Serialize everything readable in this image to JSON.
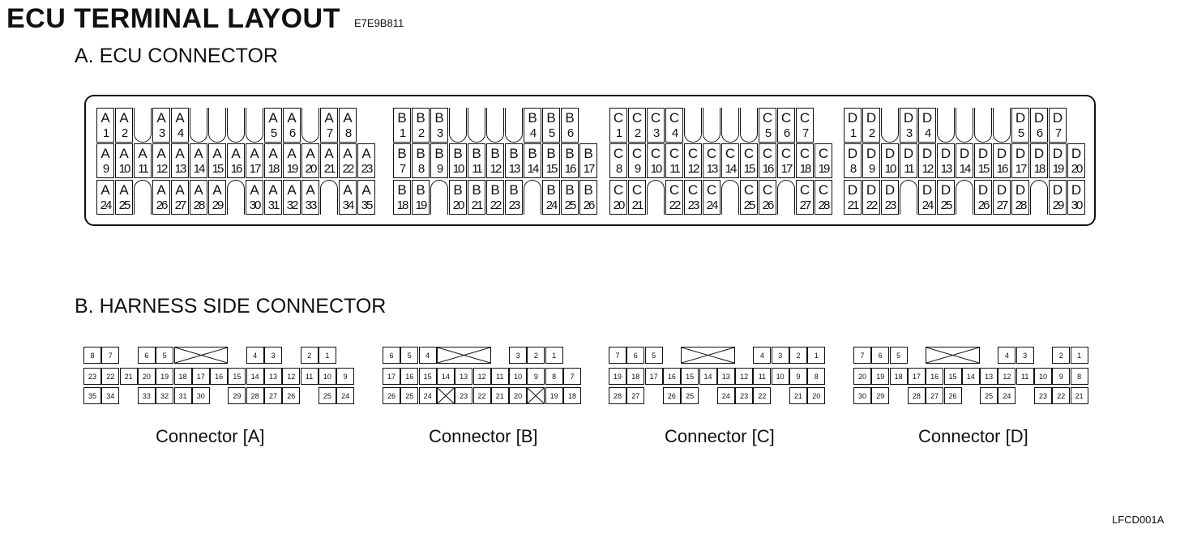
{
  "header": {
    "title": "ECU TERMINAL LAYOUT",
    "doc_code": "E7E9B811",
    "figure_code": "LFCD001A"
  },
  "sections": {
    "ecu_connector": "A. ECU CONNECTOR",
    "harness_connector": "B. HARNESS SIDE CONNECTOR"
  },
  "ecu_connector": {
    "rows": {
      "A": [
        [
          "A1",
          "A2",
          "|",
          "A3",
          "A4",
          "|",
          "|",
          "|",
          "|",
          "A5",
          "A6",
          "|",
          "A7",
          "A8"
        ],
        [
          "A9",
          "A10",
          "A11",
          "A12",
          "A13",
          "A14",
          "A15",
          "A16",
          "A17",
          "A18",
          "A19",
          "A20",
          "A21",
          "A22",
          "A23"
        ],
        [
          "A24",
          "A25",
          "^",
          "A26",
          "A27",
          "A28",
          "A29",
          "^",
          "A30",
          "A31",
          "A32",
          "A33",
          "^",
          "A34",
          "A35"
        ]
      ],
      "B": [
        [
          "B1",
          "B2",
          "B3",
          "|",
          "|",
          "|",
          "|",
          "B4",
          "B5",
          "B6"
        ],
        [
          "B7",
          "B8",
          "B9",
          "B10",
          "B11",
          "B12",
          "B13",
          "B14",
          "B15",
          "B16",
          "B17"
        ],
        [
          "B18",
          "B19",
          "^",
          "B20",
          "B21",
          "B22",
          "B23",
          "^",
          "B24",
          "B25",
          "B26"
        ]
      ],
      "C": [
        [
          "C1",
          "C2",
          "C3",
          "C4",
          "|",
          "|",
          "|",
          "|",
          "C5",
          "C6",
          "C7"
        ],
        [
          "C8",
          "C9",
          "C10",
          "C11",
          "C12",
          "C13",
          "C14",
          "C15",
          "C16",
          "C17",
          "C18",
          "C19"
        ],
        [
          "C20",
          "C21",
          "^",
          "C22",
          "C23",
          "C24",
          "^",
          "C25",
          "C26",
          "^",
          "C27",
          "C28"
        ]
      ],
      "D": [
        [
          "D1",
          "D2",
          "|",
          "D3",
          "D4",
          "|",
          "|",
          "|",
          "|",
          "D5",
          "D6",
          "D7"
        ],
        [
          "D8",
          "D9",
          "D10",
          "D11",
          "D12",
          "D13",
          "D14",
          "D15",
          "D16",
          "D17",
          "D18",
          "D19",
          "D20"
        ],
        [
          "D21",
          "D22",
          "D23",
          "^",
          "D24",
          "D25",
          "^",
          "D26",
          "D27",
          "D28",
          "^",
          "D29",
          "D30"
        ]
      ]
    }
  },
  "harness": {
    "A": {
      "caption": "Connector [A]",
      "rows": [
        [
          "8",
          "7",
          "_",
          "6",
          "5",
          "K",
          "K",
          "K",
          "_",
          "4",
          "3",
          "_",
          "2",
          "1"
        ],
        [
          "23",
          "22",
          "21",
          "20",
          "19",
          "18",
          "17",
          "16",
          "15",
          "14",
          "13",
          "12",
          "11",
          "10",
          "9"
        ],
        [
          "35",
          "34",
          "_",
          "33",
          "32",
          "31",
          "30",
          "_",
          "29",
          "28",
          "27",
          "26",
          "_",
          "25",
          "24"
        ]
      ]
    },
    "B": {
      "caption": "Connector [B]",
      "rows": [
        [
          "6",
          "5",
          "4",
          "K",
          "K",
          "K",
          "_",
          "3",
          "2",
          "1"
        ],
        [
          "17",
          "16",
          "15",
          "14",
          "13",
          "12",
          "11",
          "10",
          "9",
          "8",
          "7"
        ],
        [
          "26",
          "25",
          "24",
          "X",
          "23",
          "22",
          "21",
          "20",
          "X",
          "19",
          "18"
        ]
      ]
    },
    "C": {
      "caption": "Connector [C]",
      "rows": [
        [
          "7",
          "6",
          "5",
          "_",
          "K",
          "K",
          "K",
          "_",
          "4",
          "3",
          "2",
          "1"
        ],
        [
          "19",
          "18",
          "17",
          "16",
          "15",
          "14",
          "13",
          "12",
          "11",
          "10",
          "9",
          "8"
        ],
        [
          "28",
          "27",
          "_",
          "26",
          "25",
          "_",
          "24",
          "23",
          "22",
          "_",
          "21",
          "20"
        ]
      ]
    },
    "D": {
      "caption": "Connector [D]",
      "rows": [
        [
          "7",
          "6",
          "5",
          "_",
          "K",
          "K",
          "K",
          "_",
          "4",
          "3",
          "_",
          "2",
          "1"
        ],
        [
          "20",
          "19",
          "18",
          "17",
          "16",
          "15",
          "14",
          "13",
          "12",
          "11",
          "10",
          "9",
          "8"
        ],
        [
          "30",
          "29",
          "_",
          "28",
          "27",
          "26",
          "_",
          "25",
          "24",
          "_",
          "23",
          "22",
          "21"
        ]
      ]
    }
  }
}
